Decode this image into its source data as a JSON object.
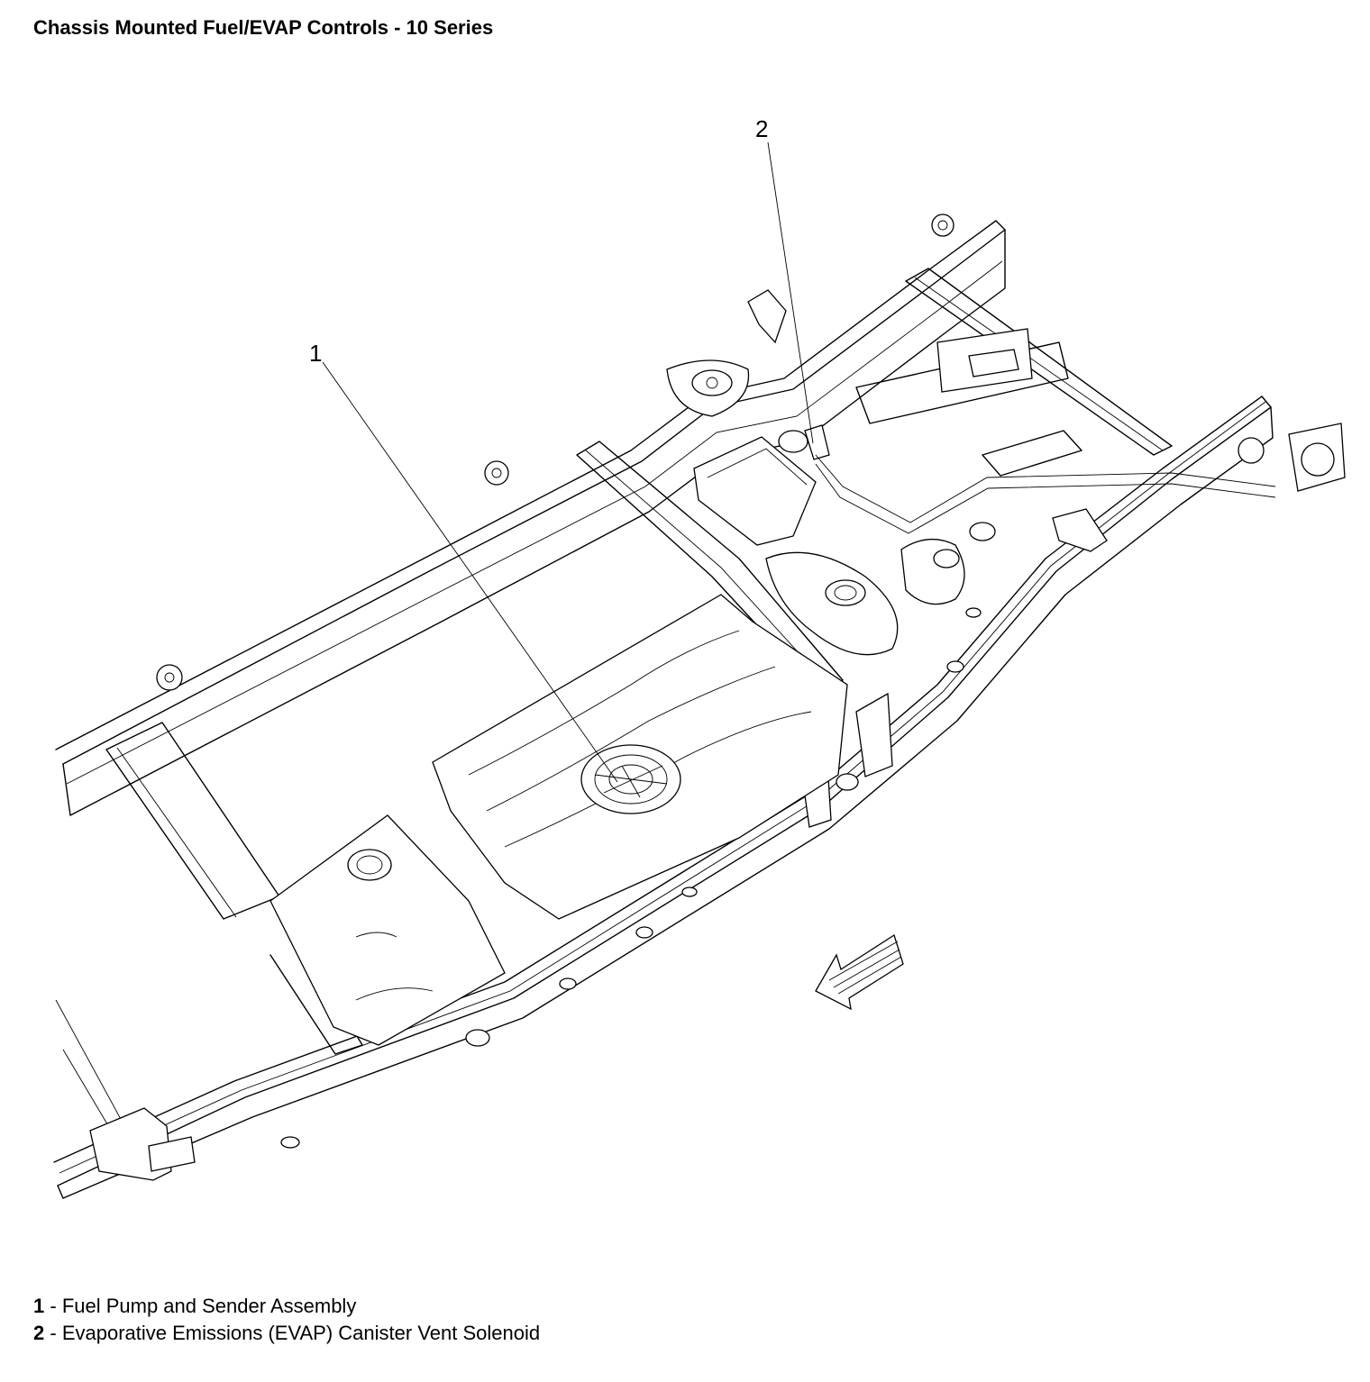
{
  "title": "Chassis Mounted Fuel/EVAP Controls - 10 Series",
  "callouts": [
    {
      "number": "1",
      "label": "Fuel Pump and Sender Assembly"
    },
    {
      "number": "2",
      "label": "Evaporative Emissions (EVAP) Canister Vent Solenoid"
    }
  ],
  "legend_separator": " - ",
  "icons": {
    "direction": "front-direction-arrow-icon"
  }
}
